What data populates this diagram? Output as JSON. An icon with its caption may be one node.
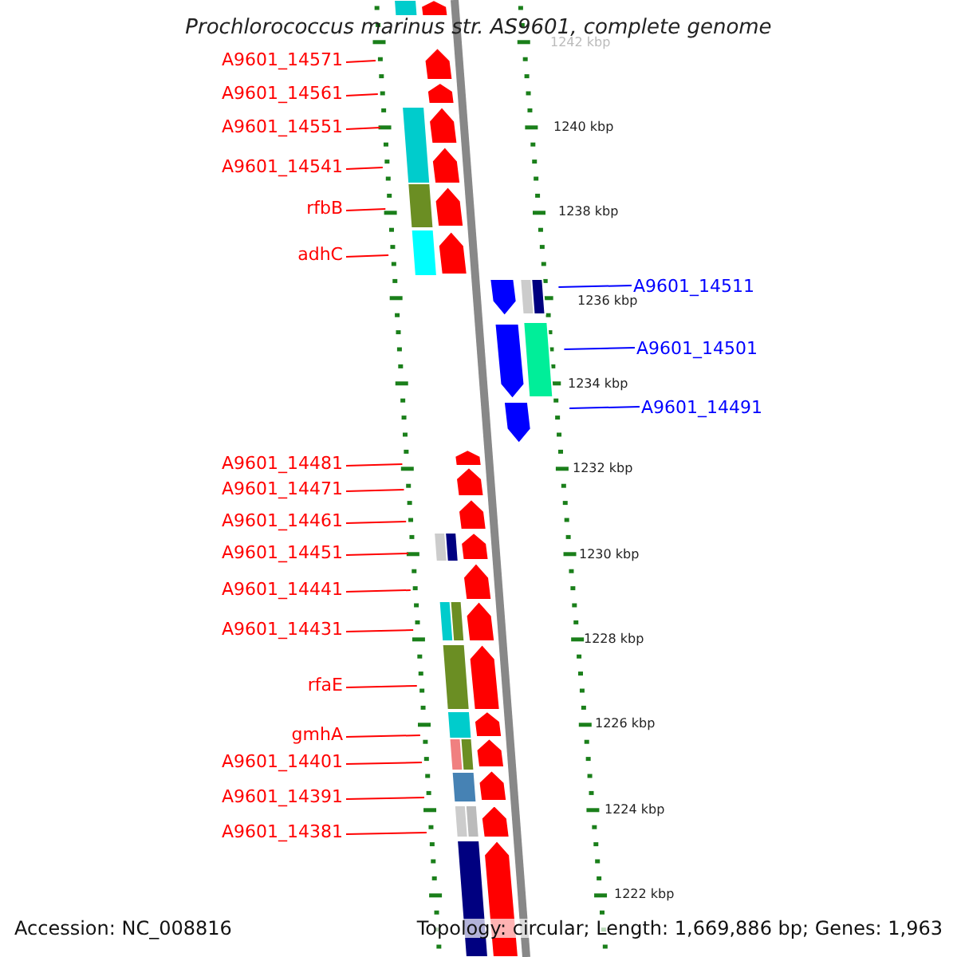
{
  "diagram": {
    "title": "Prochlorococcus marinus str. AS9601, complete genome",
    "nodes": [
      {
        "text": [
          "A9601_14571"
        ]
      },
      {
        "text": [
          "A9601_14561"
        ]
      },
      {
        "text": [
          "A9601_14551"
        ]
      },
      {
        "text": [
          "A9601_14541"
        ]
      },
      {
        "text": [
          "rfbB"
        ]
      },
      {
        "text": [
          "adhC"
        ]
      },
      {
        "text": [
          "A9601_14511"
        ]
      },
      {
        "text": [
          "A9601_14501"
        ]
      },
      {
        "text": [
          "A9601_14491"
        ]
      },
      {
        "text": [
          "A9601_14481"
        ]
      },
      {
        "text": [
          "A9601_14471"
        ]
      },
      {
        "text": [
          "A9601_14461"
        ]
      },
      {
        "text": [
          "A9601_14451"
        ]
      },
      {
        "text": [
          "A9601_14441"
        ]
      },
      {
        "text": [
          "A9601_14431"
        ]
      },
      {
        "text": [
          "rfaE"
        ]
      },
      {
        "text": [
          "gmhA"
        ]
      },
      {
        "text": [
          "A9601_14401"
        ]
      },
      {
        "text": [
          "A9601_14391"
        ]
      },
      {
        "text": [
          "A9601_14381"
        ]
      }
    ],
    "edges": [
      {
        "from": 0,
        "to": null,
        "arrow": "none"
      },
      {
        "from": 1,
        "to": null,
        "arrow": "none"
      },
      {
        "from": 2,
        "to": null,
        "arrow": "none"
      },
      {
        "from": 3,
        "to": null,
        "arrow": "none"
      },
      {
        "from": 4,
        "to": null,
        "arrow": "none"
      },
      {
        "from": 5,
        "to": null,
        "arrow": "none"
      },
      {
        "from": 6,
        "to": null,
        "arrow": "none",
        "color": "#0000ff"
      },
      {
        "from": 7,
        "to": null,
        "arrow": "none",
        "color": "#0000ff"
      },
      {
        "from": 8,
        "to": null,
        "arrow": "none",
        "color": "#0000ff"
      },
      {
        "from": 9,
        "to": null,
        "arrow": "none"
      },
      {
        "from": 10,
        "to": null,
        "arrow": "none"
      },
      {
        "from": 11,
        "to": null,
        "arrow": "none"
      },
      {
        "from": 12,
        "to": null,
        "arrow": "none"
      },
      {
        "from": 13,
        "to": null,
        "arrow": "none"
      },
      {
        "from": 14,
        "to": null,
        "arrow": "none"
      },
      {
        "from": 15,
        "to": null,
        "arrow": "none"
      },
      {
        "from": 16,
        "to": null,
        "arrow": "none"
      },
      {
        "from": 17,
        "to": null,
        "arrow": "none"
      },
      {
        "from": 18,
        "to": null,
        "arrow": "none"
      },
      {
        "from": 19,
        "to": null,
        "arrow": "none"
      }
    ],
    "labels": [
      "1242 kbp",
      "1240 kbp",
      "1238 kbp",
      "1236 kbp",
      "1234 kbp",
      "1232 kbp",
      "1230 kbp",
      "1228 kbp",
      "1226 kbp",
      "1224 kbp",
      "1222 kbp",
      "Accession: NC_008816",
      "Topology: circular; Length: 1,669,886 bp; Genes: 1,963"
    ]
  }
}
